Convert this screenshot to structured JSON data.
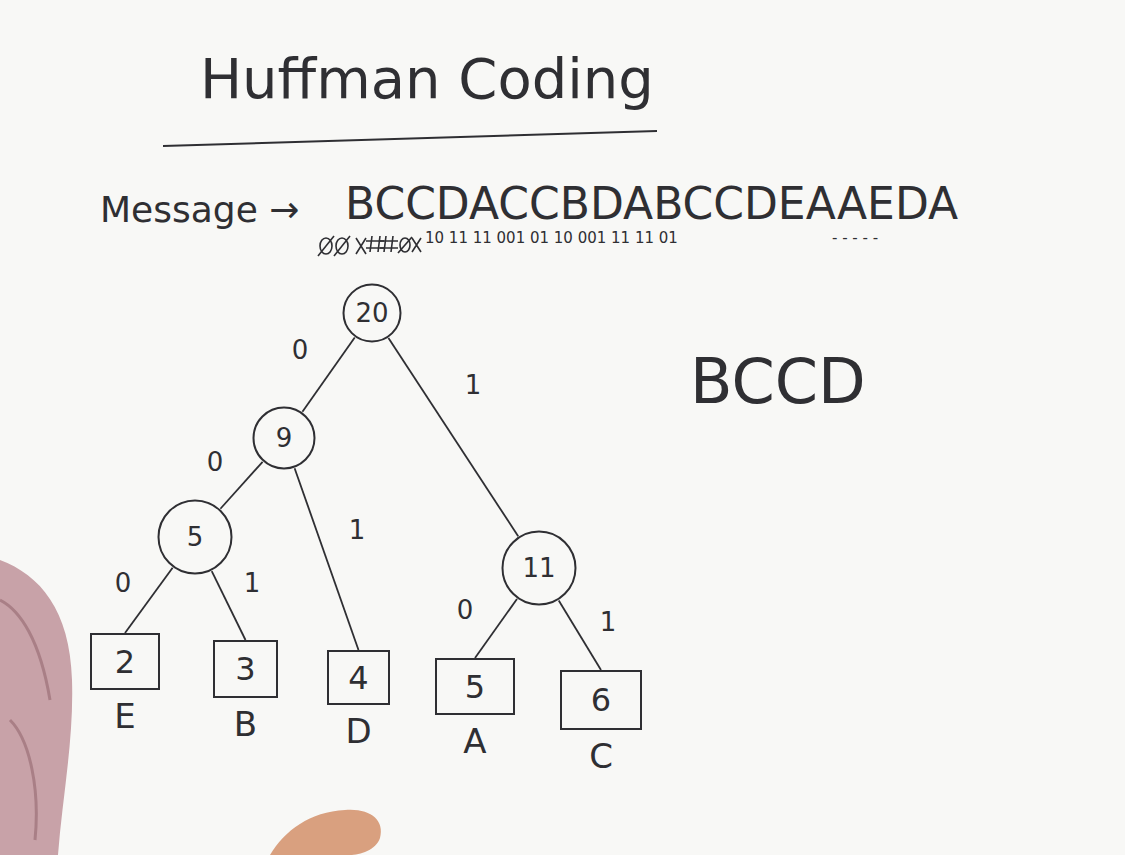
{
  "diagram": {
    "title": "Huffman Coding",
    "nodes": [
      {
        "text": [
          "20"
        ]
      },
      {
        "text": [
          "9"
        ]
      },
      {
        "text": [
          "5"
        ]
      },
      {
        "text": [
          "11"
        ]
      },
      {
        "text": [
          "2",
          "E"
        ]
      },
      {
        "text": [
          "3",
          "B"
        ]
      },
      {
        "text": [
          "4",
          "D"
        ]
      },
      {
        "text": [
          "5",
          "A"
        ]
      },
      {
        "text": [
          "6",
          "C"
        ]
      }
    ],
    "edges": [
      {
        "from": 0,
        "to": 1,
        "arrow": "none",
        "label": "0"
      },
      {
        "from": 0,
        "to": 3,
        "arrow": "none",
        "label": "1"
      },
      {
        "from": 1,
        "to": 2,
        "arrow": "none",
        "label": "0"
      },
      {
        "from": 1,
        "to": 6,
        "arrow": "none",
        "label": "1"
      },
      {
        "from": 2,
        "to": 4,
        "arrow": "none",
        "label": "0"
      },
      {
        "from": 2,
        "to": 5,
        "arrow": "none",
        "label": "1"
      },
      {
        "from": 3,
        "to": 7,
        "arrow": "none",
        "label": "0"
      },
      {
        "from": 3,
        "to": 8,
        "arrow": "none",
        "label": "1"
      }
    ],
    "labels": [
      "Message →",
      "BCCDACCBDABCCDEAAEDA",
      "10 11 11 001 01 10 001 11 11 01",
      "- - - - -",
      "BCCD"
    ]
  }
}
